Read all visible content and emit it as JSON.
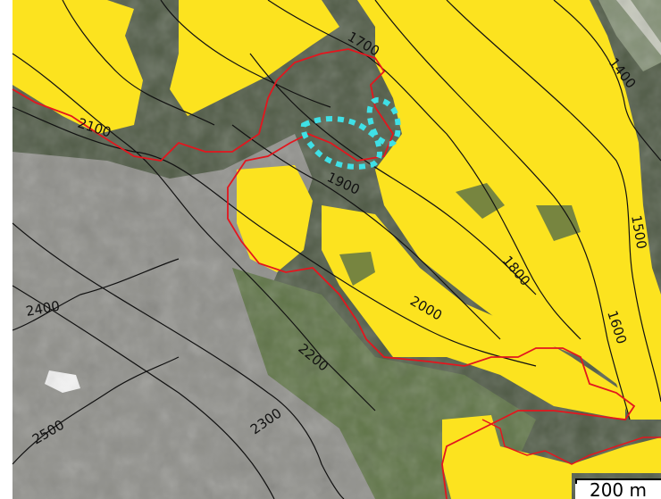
{
  "colors": {
    "background": "#ffffff",
    "terrain_dark": "#4f5a45",
    "terrain_green": "#5f7447",
    "terrain_rock": "#8f8f8a",
    "snow": "#f4f4f4",
    "yellow_area": "#fce31f",
    "red_boundary": "#e3161e",
    "cyan_marker": "#3fe0e6",
    "contour": "#111111"
  },
  "contours": [
    {
      "label": "1400"
    },
    {
      "label": "1500"
    },
    {
      "label": "1600"
    },
    {
      "label": "1700"
    },
    {
      "label": "1800"
    },
    {
      "label": "1900"
    },
    {
      "label": "2000"
    },
    {
      "label": "2100"
    },
    {
      "label": "2200"
    },
    {
      "label": "2300"
    },
    {
      "label": "2400"
    },
    {
      "label": "2500"
    }
  ],
  "scale_bar": {
    "label": "200 m"
  },
  "icons": {
    "marker": "dotted-ellipse-marker-icon"
  }
}
